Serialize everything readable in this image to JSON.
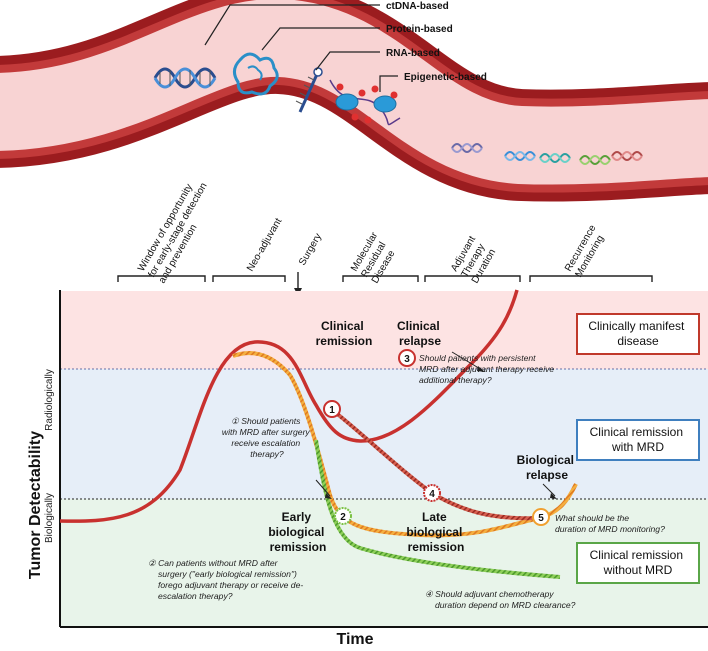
{
  "biomarkers": {
    "ctdna": "ctDNA-based",
    "protein": "Protein-based",
    "rna": "RNA-based",
    "epigenetic": "Epigenetic-based"
  },
  "phases": {
    "window": [
      "Window of opportunity",
      "for early-stage detection",
      "and prevention"
    ],
    "neoadjuvant": "Neo-adjuvant",
    "surgery": "Surgery",
    "mrd": [
      "Molecular",
      "Residual",
      "Disease"
    ],
    "adjuvant": [
      "Adjuvant",
      "Therapy",
      "Duration"
    ],
    "recurrence": [
      "Recurrence",
      "Monitoring"
    ]
  },
  "axes": {
    "y_title": "Tumor Detectability",
    "x_title": "Time",
    "level_upper": "Radiologically",
    "level_lower": "Biologically"
  },
  "zones": {
    "manifest": [
      "Clinically manifest",
      "disease"
    ],
    "remission_mrd": [
      "Clinical remission",
      "with MRD"
    ],
    "remission_no_mrd": [
      "Clinical remission",
      "without MRD"
    ]
  },
  "labels": {
    "clinical_remission": [
      "Clinical",
      "remission"
    ],
    "clinical_relapse": [
      "Clinical",
      "relapse"
    ],
    "biological_relapse": [
      "Biological",
      "relapse"
    ],
    "early_bio": [
      "Early",
      "biological",
      "remission"
    ],
    "late_bio": [
      "Late",
      "biological",
      "remission"
    ]
  },
  "markers": [
    "1",
    "2",
    "3",
    "4",
    "5"
  ],
  "questions": {
    "q1": [
      "① Should patients",
      "with MRD after surgery",
      "receive escalation",
      "therapy?"
    ],
    "q2": [
      "② Can patients without MRD after",
      "surgery (\"early biological remission\")",
      "forego adjuvant therapy or receive de-",
      "escalation therapy?"
    ],
    "q3": [
      "Should patients with persistent",
      "MRD after adjuvant therapy receive",
      "additional therapy?"
    ],
    "q4": [
      "④ Should adjuvant chemotherapy",
      "duration depend on MRD clearance?"
    ],
    "q5": [
      "What should be the",
      "duration of MRD monitoring?"
    ]
  },
  "colors": {
    "zone_red": "#fde3e3",
    "zone_blue": "#e6eef8",
    "zone_green": "#e8f4ea",
    "clinical_curve": "#c8312f",
    "orange_curve": "#f0a030",
    "green_curve": "#7ac143",
    "box_red": "#c0392b",
    "box_blue": "#3f7fbf",
    "box_green": "#5aa648"
  }
}
